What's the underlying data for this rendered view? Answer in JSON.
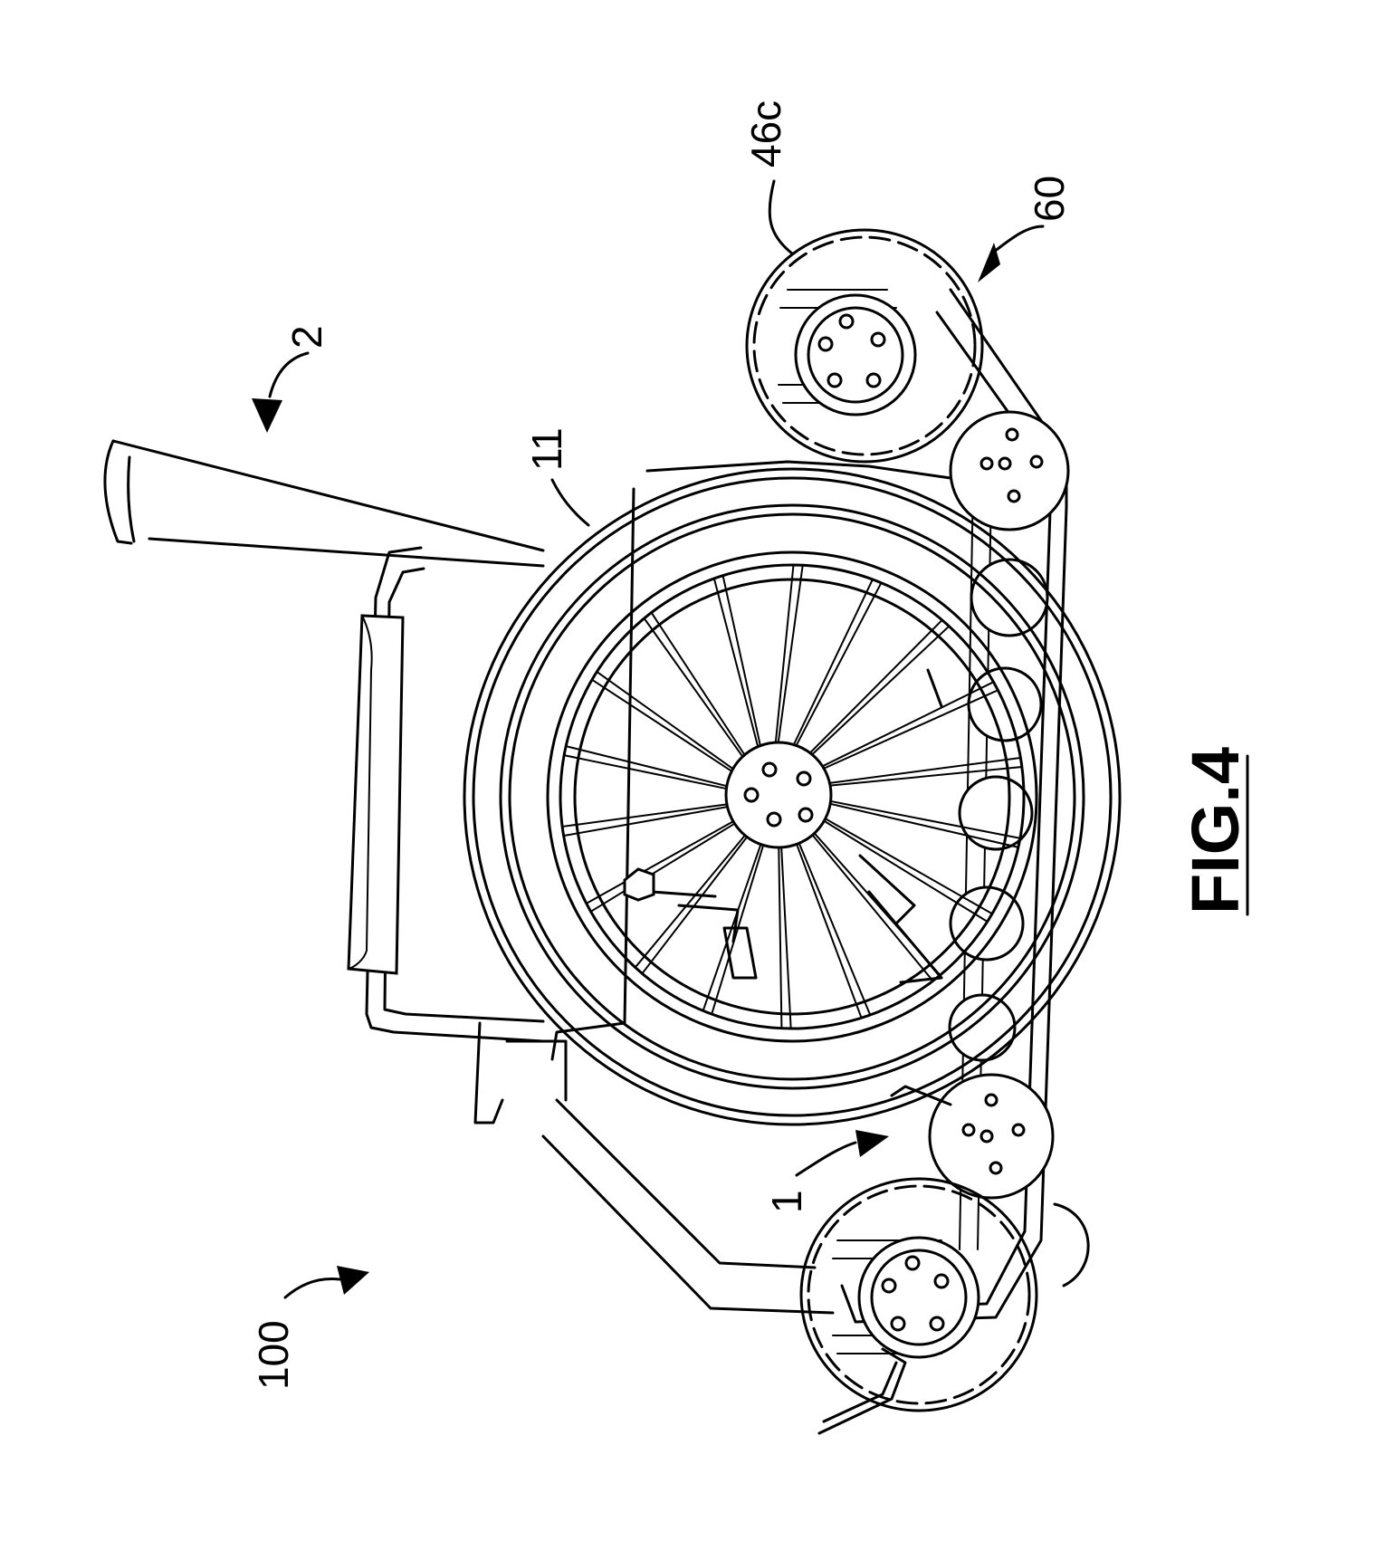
{
  "figure": {
    "caption": "FIG.4",
    "reference_labels": {
      "device": "100",
      "seat_assembly": "2",
      "track_unit": "1",
      "large_wheel": "11",
      "track_wheel": "46c",
      "track_system": "60"
    }
  }
}
